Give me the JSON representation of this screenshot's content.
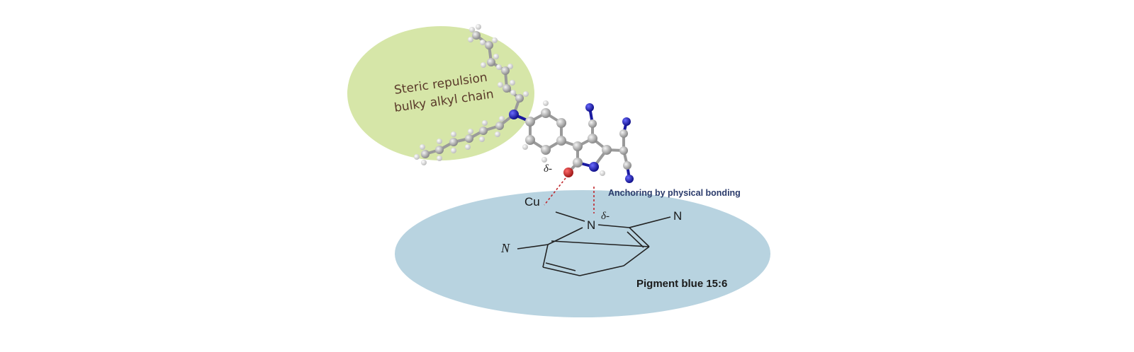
{
  "labels": {
    "steric_line1": "Steric repulsion",
    "steric_line2": "bulky alkyl chain",
    "anchoring": "Anchoring by physical bonding",
    "pigment": "Pigment blue 15:6",
    "cu": "Cu",
    "n_center": "N",
    "n_right": "N",
    "n_left": "N",
    "delta_top": "δ-",
    "delta_bottom": "δ-"
  },
  "colors": {
    "green_region": "#d6e6a8",
    "blue_region": "#b8d3e0",
    "carbon": "#9a9a9a",
    "nitrogen": "#1a1aa0",
    "oxygen": "#c0262b",
    "hydrogen": "#e6e6e6",
    "hbond": "#c0262b"
  }
}
